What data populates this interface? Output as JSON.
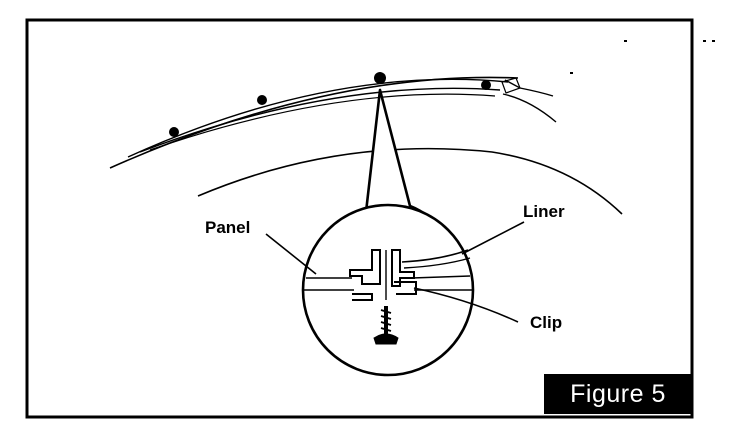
{
  "figure": {
    "caption": "Figure 5",
    "labels": {
      "panel": "Panel",
      "liner": "Liner",
      "clip": "Clip"
    },
    "colors": {
      "ink": "#000000",
      "paper": "#ffffff",
      "badge_background": "#000000",
      "badge_text": "#ffffff"
    }
  }
}
